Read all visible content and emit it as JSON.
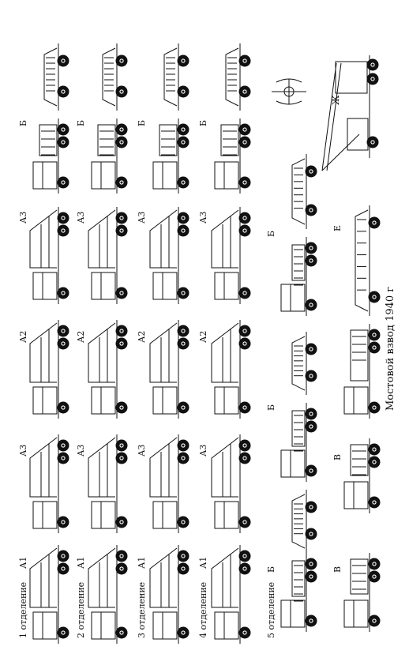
{
  "title": "Мостовой взвод 1940 г",
  "squads": [
    {
      "label": "1 отделение",
      "vehicles": [
        "А1",
        "А3",
        "А2",
        "А3",
        "Б"
      ]
    },
    {
      "label": "2 отделение",
      "vehicles": [
        "А1",
        "А3",
        "А2",
        "А3",
        "Б"
      ]
    },
    {
      "label": "3 отделение",
      "vehicles": [
        "А1",
        "А3",
        "А2",
        "А3",
        "Б"
      ]
    },
    {
      "label": "4 отделение",
      "vehicles": [
        "А1",
        "А3",
        "А2",
        "А3",
        "Б"
      ]
    },
    {
      "label": "5 отделение",
      "vehicles": [
        "Б",
        "Б",
        "Б"
      ]
    }
  ],
  "bottom_row": [
    "В",
    "В",
    "Е",
    "Ж"
  ]
}
